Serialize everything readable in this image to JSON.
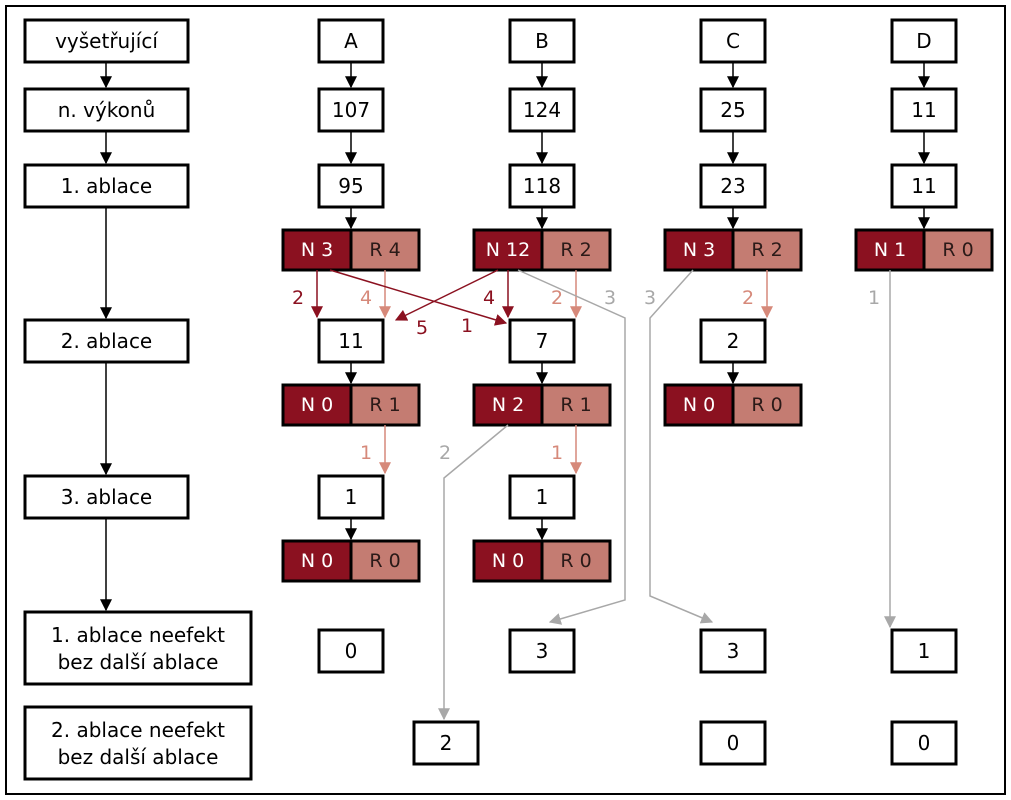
{
  "colors": {
    "black": "#000000",
    "n_fill": "#8b1120",
    "r_fill": "#c47c72",
    "n_text": "#ffffff",
    "r_text": "#2b1a18",
    "edge_dark": "#8b1120",
    "edge_light": "#d6897a",
    "edge_gray": "#a8a8a8"
  },
  "row_labels": {
    "examiner": "vyšetřující",
    "procedures": "n. výkonů",
    "ablation_1": "1. ablace",
    "ablation_2": "2. ablace",
    "ablation_3": "3. ablace",
    "ineffective_1_line1": "1. ablace neefekt",
    "ineffective_1_line2": "bez další ablace",
    "ineffective_2_line1": "2. ablace neefekt",
    "ineffective_2_line2": "bez další ablace"
  },
  "columns": {
    "A": {
      "name": "A",
      "procedures": "107",
      "ablation_1": "95",
      "nr1": {
        "n": "N 3",
        "r": "R 4"
      },
      "ablation_2": "11",
      "nr2": {
        "n": "N 0",
        "r": "R 1"
      },
      "ablation_3": "1",
      "nr3": {
        "n": "N 0",
        "r": "R 0"
      },
      "ineffective_1": "0"
    },
    "B": {
      "name": "B",
      "procedures": "124",
      "ablation_1": "118",
      "nr1": {
        "n": "N 12",
        "r": "R 2"
      },
      "ablation_2": "7",
      "nr2": {
        "n": "N 2",
        "r": "R 1"
      },
      "ablation_3": "1",
      "nr3": {
        "n": "N 0",
        "r": "R 0"
      },
      "ineffective_1": "3",
      "ineffective_2": "2"
    },
    "C": {
      "name": "C",
      "procedures": "25",
      "ablation_1": "23",
      "nr1": {
        "n": "N 3",
        "r": "R 2"
      },
      "ablation_2": "2",
      "nr2": {
        "n": "N 0",
        "r": "R 0"
      },
      "ineffective_1": "3",
      "ineffective_2": "0"
    },
    "D": {
      "name": "D",
      "procedures": "11",
      "ablation_1": "11",
      "nr1": {
        "n": "N 1",
        "r": "R 0"
      },
      "ineffective_1": "1",
      "ineffective_2": "0"
    }
  },
  "edge_labels": {
    "a_n_to_a": "2",
    "a_r_to_a": "4",
    "b_n_to_a": "5",
    "a_n_to_b": "1",
    "b_n_to_b": "4",
    "b_r_to_b": "2",
    "b_to_b_ineff": "3",
    "c_to_c_ineff": "3",
    "c_r_to_c": "2",
    "d_to_d_ineff": "1",
    "a2_r_to_a3": "1",
    "b2_n_to_b_ineff2": "2",
    "b2_r_to_b3": "1"
  }
}
